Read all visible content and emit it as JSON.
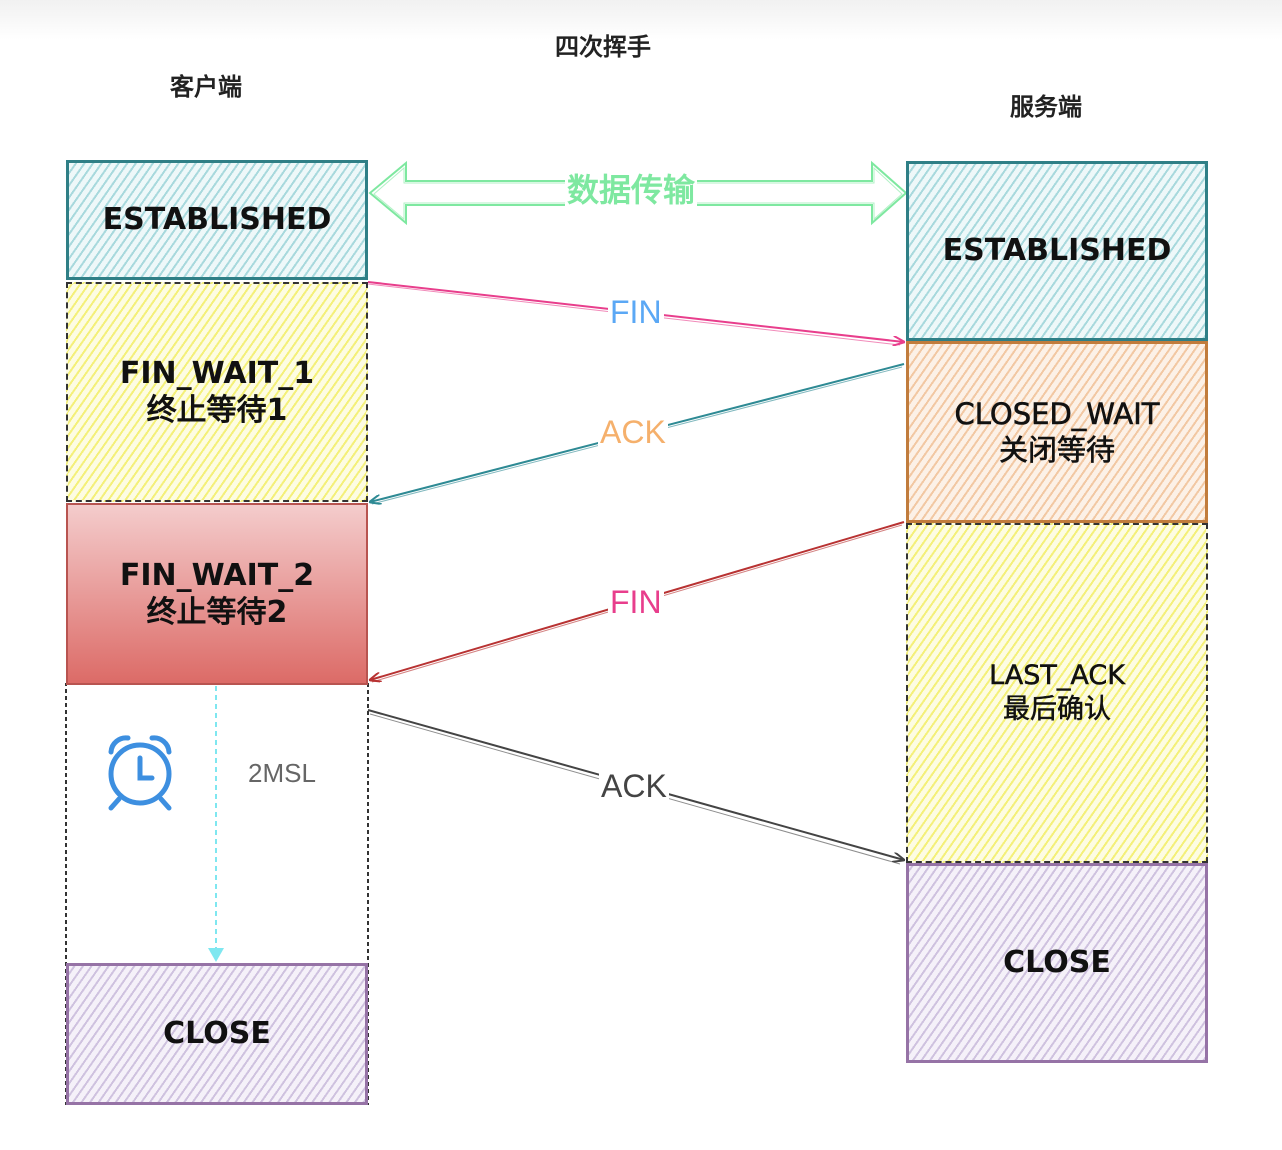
{
  "diagram": {
    "title": "四次挥手",
    "client_label": "客户端",
    "server_label": "服务端",
    "client_states": [
      {
        "name": "ESTABLISHED",
        "sub": ""
      },
      {
        "name": "FIN_WAIT_1",
        "sub": "终止等待1"
      },
      {
        "name": "FIN_WAIT_2",
        "sub": "终止等待2"
      },
      {
        "name": "CLOSE",
        "sub": ""
      }
    ],
    "server_states": [
      {
        "name": "ESTABLISHED",
        "sub": ""
      },
      {
        "name": "CLOSED_WAIT",
        "sub": "关闭等待"
      },
      {
        "name": "LAST_ACK",
        "sub": "最后确认"
      },
      {
        "name": "CLOSE",
        "sub": ""
      }
    ],
    "data_transfer_label": "数据传输",
    "messages": [
      {
        "label": "FIN",
        "direction": "client-to-server"
      },
      {
        "label": "ACK",
        "direction": "server-to-client"
      },
      {
        "label": "FIN",
        "direction": "server-to-client"
      },
      {
        "label": "ACK",
        "direction": "client-to-server"
      }
    ],
    "timer_label": "2MSL",
    "colors": {
      "established": "#a8d9dd",
      "fin_wait_1": "#f4f07a",
      "fin_wait_2": "#dc6b67",
      "closed_wait": "#f2c8a3",
      "last_ack": "#f4f07a",
      "close": "#cfc2df",
      "data_transfer": "#7ee8a0",
      "fin1_arrow": "#e83e8c",
      "fin1_text": "#5ba8f5",
      "ack1_arrow": "#2e8a94",
      "ack1_text": "#f5b06c",
      "fin2_arrow": "#b83232",
      "fin2_text": "#e83e8c",
      "ack2_arrow": "#444444",
      "timer": "#3d8fe0"
    }
  }
}
